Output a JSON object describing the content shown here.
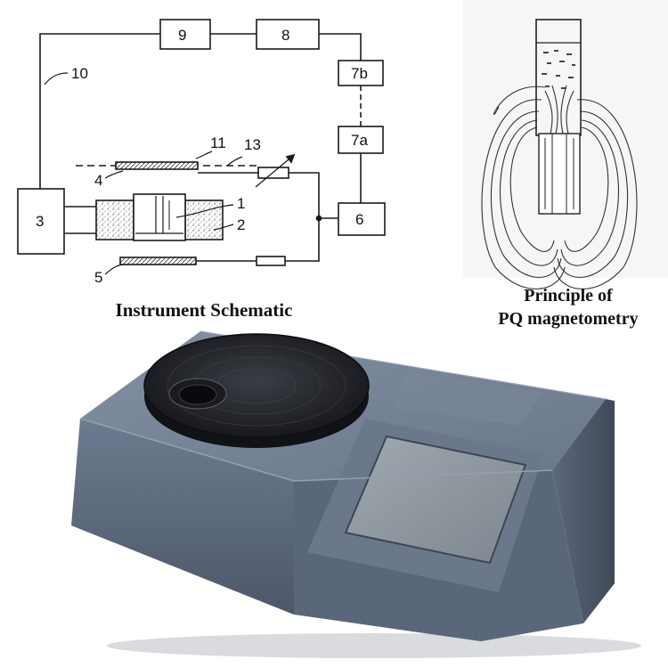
{
  "schematic": {
    "caption": "Instrument Schematic",
    "labels": {
      "n1": "1",
      "n2": "2",
      "n3": "3",
      "n4": "4",
      "n5": "5",
      "n6": "6",
      "n7a": "7a",
      "n7b": "7b",
      "n8": "8",
      "n9": "9",
      "n10": "10",
      "n11": "11",
      "n13": "13"
    }
  },
  "principle": {
    "caption_line1": "Principle of",
    "caption_line2": "PQ magnetometry"
  },
  "colors": {
    "line": "#1a1a1a",
    "device_body": "#5c6a7e",
    "device_top": "#6f7d92",
    "disc": "#25272c",
    "screen": "#8e979e"
  }
}
